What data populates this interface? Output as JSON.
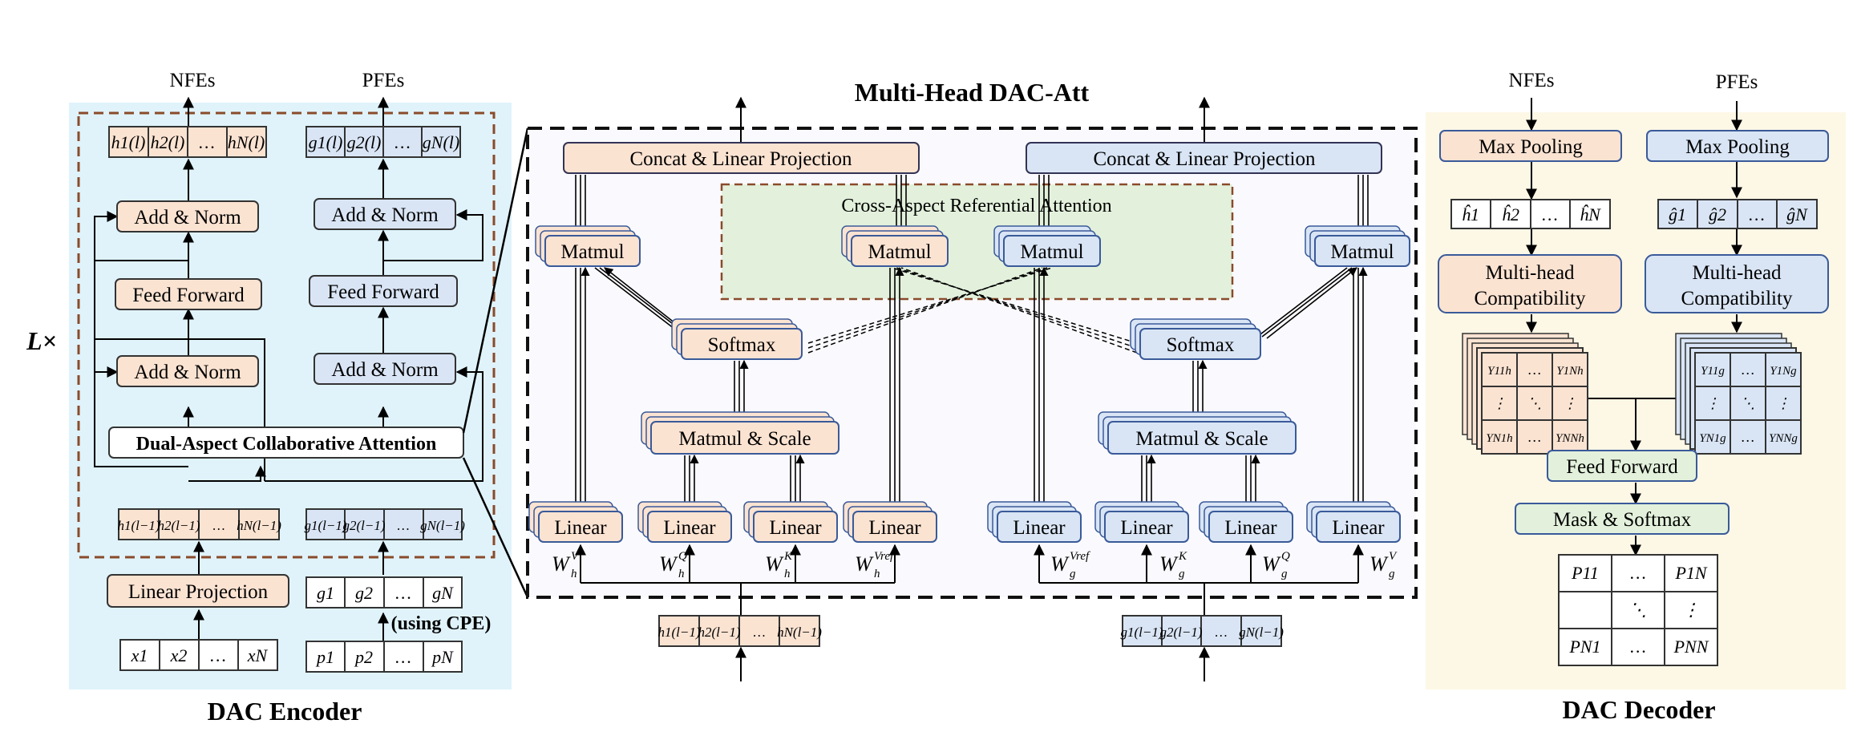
{
  "titles": {
    "encoder": "DAC Encoder",
    "decoder": "DAC Decoder",
    "attention": "Multi-Head DAC-Att",
    "layers": "L×"
  },
  "encoder": {
    "out_nodes": "NFEs",
    "out_pos": "PFEs",
    "add_norm": "Add & Norm",
    "feed_forward": "Feed Forward",
    "dac_attention": "Dual-Aspect Collaborative Attention",
    "linear_projection": "Linear Projection",
    "cpe_note": "(using CPE)",
    "h_out": [
      "h1(l)",
      "h2(l)",
      "…",
      "hN(l)"
    ],
    "g_out": [
      "g1(l)",
      "g2(l)",
      "…",
      "gN(l)"
    ],
    "h_in": [
      "h1(l−1)",
      "h2(l−1)",
      "…",
      "hN(l−1)"
    ],
    "g_in": [
      "g1(l−1)",
      "g2(l−1)",
      "…",
      "gN(l−1)"
    ],
    "g0": [
      "g1",
      "g2",
      "…",
      "gN"
    ],
    "x_in": [
      "x1",
      "x2",
      "…",
      "xN"
    ],
    "p_in": [
      "p1",
      "p2",
      "…",
      "pN"
    ]
  },
  "attention": {
    "concat": "Concat & Linear Projection",
    "cross_aspect": "Cross-Aspect Referential Attention",
    "matmul": "Matmul",
    "softmax": "Softmax",
    "matmul_scale": "Matmul & Scale",
    "linear": "Linear",
    "weights_h": [
      "W",
      "W",
      "W",
      "W"
    ],
    "weights_h_sup": [
      "V",
      "Q",
      "K",
      "Vref"
    ],
    "weights_g": [
      "W",
      "W",
      "W",
      "W"
    ],
    "weights_g_sup": [
      "Vref",
      "K",
      "Q",
      "V"
    ],
    "h_sub": "h",
    "g_sub": "g",
    "h_in": [
      "h1(l−1)",
      "h2(l−1)",
      "…",
      "hN(l−1)"
    ],
    "g_in": [
      "g1(l−1)",
      "g2(l−1)",
      "…",
      "gN(l−1)"
    ]
  },
  "decoder": {
    "in_nodes": "NFEs",
    "in_pos": "PFEs",
    "max_pooling": "Max Pooling",
    "compat_line1": "Multi-head",
    "compat_line2": "Compatibility",
    "feed_forward": "Feed Forward",
    "mask_softmax": "Mask & Softmax",
    "h_hat": [
      "ĥ1",
      "ĥ2",
      "…",
      "ĥN"
    ],
    "g_hat": [
      "ĝ1",
      "ĝ2",
      "…",
      "ĝN"
    ],
    "y_h": [
      "Y11h",
      "…",
      "Y1Nh",
      "⋮",
      "⋱",
      "⋮",
      "YN1h",
      "…",
      "YNNh"
    ],
    "y_g": [
      "Y11g",
      "…",
      "Y1Ng",
      "⋮",
      "⋱",
      "⋮",
      "YN1g",
      "…",
      "YNNg"
    ],
    "p": [
      "P11",
      "…",
      "P1N",
      "",
      "⋱",
      "⋮",
      "PN1",
      "…",
      "PNN"
    ]
  },
  "colors": {
    "orange_fill": "#fbe3d2",
    "blue_fill": "#d9e5f5",
    "green_fill": "#e3f1dc",
    "encoder_bg": "#e0f3fb",
    "decoder_bg": "#fdf7e6",
    "dash_brown": "#8a4b2a",
    "stroke": "#333333"
  }
}
